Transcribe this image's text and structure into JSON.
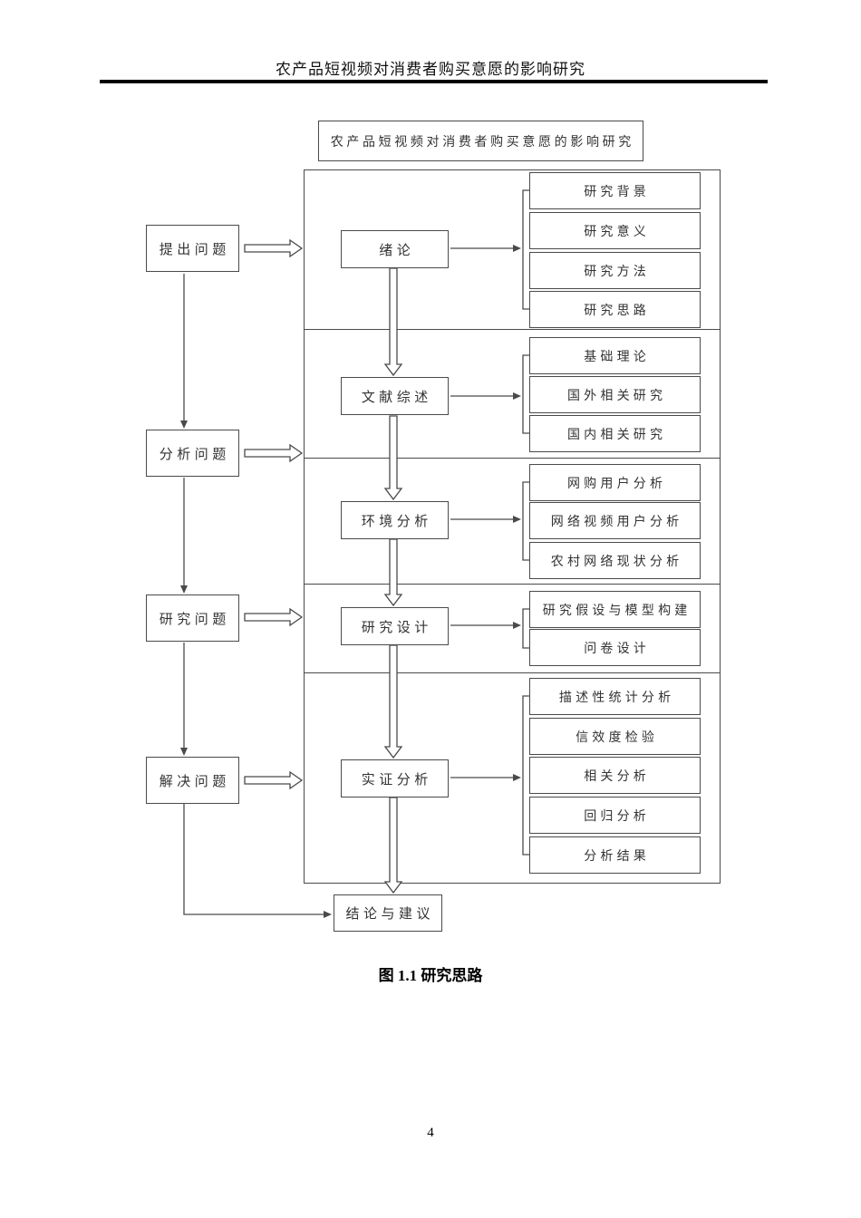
{
  "header": {
    "title": "农产品短视频对消费者购买意愿的影响研究"
  },
  "diagram": {
    "title_box": "农产品短视频对消费者购买意愿的影响研究",
    "left_nodes": [
      "提出问题",
      "分析问题",
      "研究问题",
      "解决问题"
    ],
    "sections": [
      {
        "stage": "绪论",
        "items": [
          "研究背景",
          "研究意义",
          "研究方法",
          "研究思路"
        ]
      },
      {
        "stage": "文献综述",
        "items": [
          "基础理论",
          "国外相关研究",
          "国内相关研究"
        ]
      },
      {
        "stage": "环境分析",
        "items": [
          "网购用户分析",
          "网络视频用户分析",
          "农村网络现状分析"
        ]
      },
      {
        "stage": "研究设计",
        "items": [
          "研究假设与模型构建",
          "问卷设计"
        ]
      },
      {
        "stage": "实证分析",
        "items": [
          "描述性统计分析",
          "信效度检验",
          "相关分析",
          "回归分析",
          "分析结果"
        ]
      }
    ],
    "conclusion_box": "结论与建议"
  },
  "caption": "图 1.1 研究思路",
  "page_number": "4"
}
